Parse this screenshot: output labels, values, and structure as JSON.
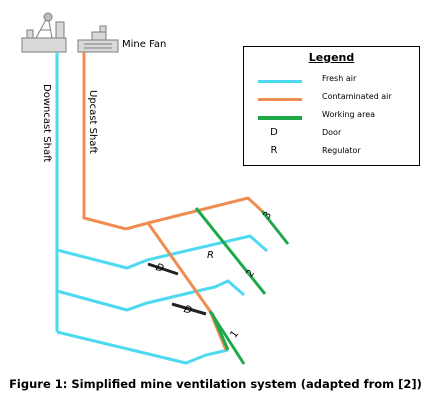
{
  "diagram": {
    "fan_label": "Mine Fan",
    "downcast_label": "Downcast Shaft",
    "upcast_label": "Upcast Shaft",
    "door_label": "D",
    "regulator_label": "R",
    "working_area_numbers": [
      "1",
      "2",
      "3"
    ],
    "colors": {
      "fresh_air": "#4dd9ef",
      "contaminated_air": "#ef8c52",
      "working_area": "#1fa84a",
      "door": "#222222",
      "headframe": "#9a9a9a"
    }
  },
  "legend": {
    "title": "Legend",
    "items": [
      {
        "type": "line",
        "color": "#4dd9ef",
        "label": "Fresh air"
      },
      {
        "type": "line",
        "color": "#ef8c52",
        "label": "Contaminated air"
      },
      {
        "type": "line",
        "color": "#1fa84a",
        "label": "Working area"
      },
      {
        "type": "letter",
        "letter": "D",
        "label": "Door"
      },
      {
        "type": "letter",
        "letter": "R",
        "label": "Regulator"
      }
    ]
  },
  "caption": "Figure 1: Simplified mine ventilation system (adapted from [2])"
}
